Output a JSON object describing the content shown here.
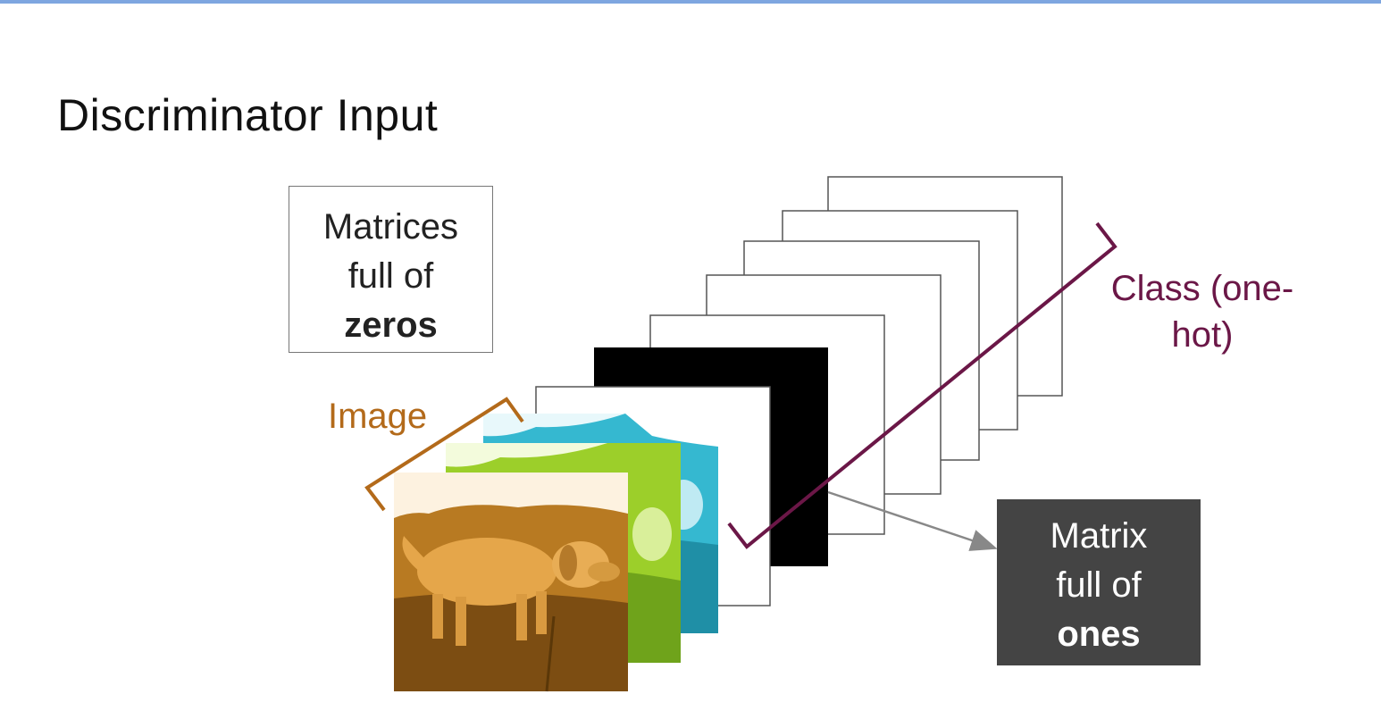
{
  "slide": {
    "title": "Discriminator Input"
  },
  "callouts": {
    "zeros": {
      "line1": "Matrices",
      "line2": "full of",
      "line3": "zeros"
    },
    "ones": {
      "line1": "Matrix",
      "line2": "full of",
      "line3": "ones"
    }
  },
  "labels": {
    "image": "Image",
    "class_line1": "Class (one-",
    "class_line2": "hot)"
  },
  "colors": {
    "top_rule": "#7ea6e0",
    "image_bracket": "#b36a1a",
    "class_bracket": "#6b1747",
    "arrow": "#888888",
    "ones_box": "#444444",
    "black_channel": "#000000",
    "channel_orange": "#c98a2a",
    "channel_green": "#9ccf2a",
    "channel_cyan": "#35b8d0"
  },
  "icons": {
    "photo": "golden-retriever-photo"
  }
}
